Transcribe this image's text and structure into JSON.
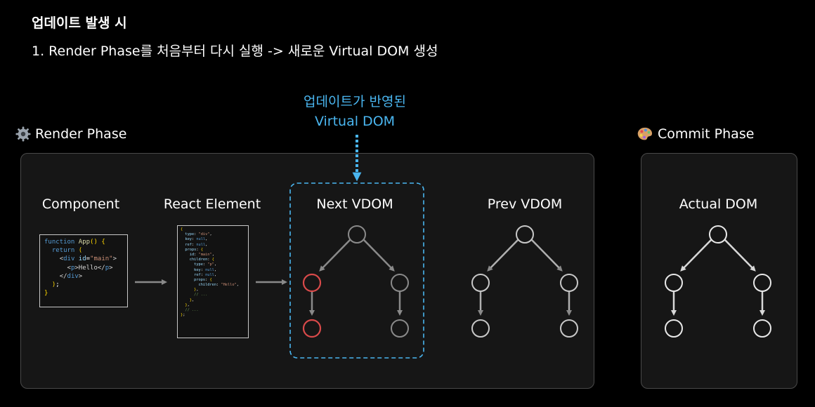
{
  "heading": "업데이트 발생 시",
  "subtitle": "1.  Render Phase를 처음부터 다시 실행 -> 새로운 Virtual DOM 생성",
  "annotation": {
    "line1": "업데이트가 반영된",
    "line2": "Virtual DOM"
  },
  "render_phase": {
    "title": "Render Phase",
    "icon": "gear-icon",
    "columns": {
      "component": "Component",
      "react_element": "React Element",
      "next_vdom": "Next VDOM",
      "prev_vdom": "Prev VDOM"
    }
  },
  "commit_phase": {
    "title": "Commit Phase",
    "icon": "palette-icon",
    "columns": {
      "actual_dom": "Actual DOM"
    }
  },
  "code_component": [
    "function App() {",
    "  return (",
    "    <div id=\"main\">",
    "      <p>Hello</p>",
    "    </div>",
    "  );",
    "}"
  ],
  "code_element": [
    "{",
    "  type: \"div\",",
    "  key: null,",
    "  ref: null,",
    "  props: {",
    "    id: \"main\",",
    "    children: {",
    "      type: \"p\",",
    "      key: null,",
    "      ref: null,",
    "      props: {",
    "        children: \"Hello\",",
    "      },",
    "      // ...",
    "    },",
    "  },",
    "  // ...",
    "};"
  ],
  "colors": {
    "accent": "#4ab6f0",
    "changed_node": "#d94a4a",
    "stale_node": "#8a8a8a",
    "node": "#e0e0e0",
    "arrow": "#8a8a8a"
  }
}
